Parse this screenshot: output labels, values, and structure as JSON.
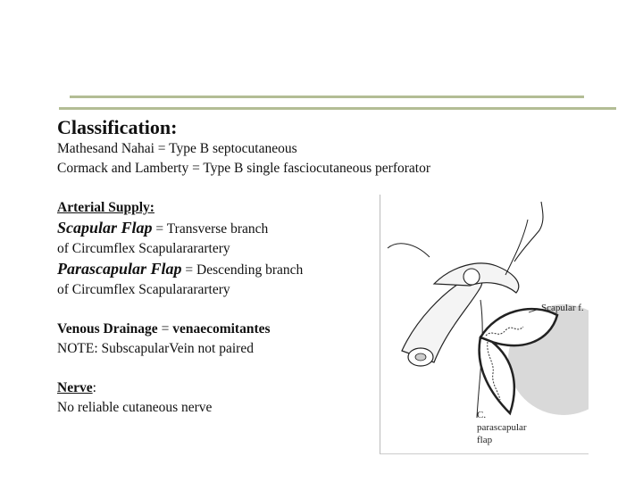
{
  "classification": {
    "heading": "Classification:",
    "lines": [
      "Mathesand Nahai = Type B septocutaneous",
      "Cormack and Lamberty = Type B single fasciocutaneous perforator"
    ]
  },
  "arterial": {
    "heading": "Arterial Supply:",
    "scapular_name": "Scapular Flap",
    "scapular_eq": " = Transverse branch",
    "scapular_line2": "of Circumflex Scapulararartery",
    "parascapular_name": "Parascapular Flap",
    "parascapular_eq": " =  Descending branch",
    "parascapular_line2": "of Circumflex Scapulararartery"
  },
  "venous": {
    "label": "Venous Drainage",
    "eq": " = ",
    "value": "venaecomitantes",
    "note": "NOTE: SubscapularVein not paired"
  },
  "nerve": {
    "label": "Nerve",
    "colon": ":",
    "value": "No reliable cutaneous nerve"
  },
  "figure": {
    "label_scapular": "Scapular f.",
    "label_c": "C.",
    "label_para1": "parascapular",
    "label_para2": "flap"
  },
  "colors": {
    "rule": "#b3bd95",
    "text": "#111111"
  }
}
